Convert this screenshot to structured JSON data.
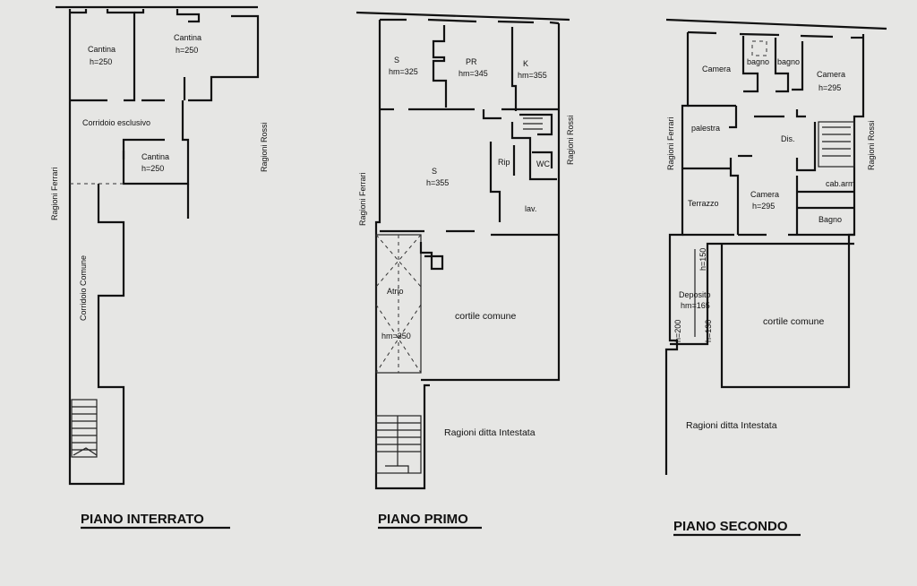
{
  "plans": {
    "interrato": {
      "title": "PIANO INTERRATO",
      "cantina_1": "Cantina",
      "cantina_1_h": "h=250",
      "cantina_2": "Cantina",
      "cantina_2_h": "h=250",
      "corridoio_esclusivo": "Corridoio esclusivo",
      "cantina_3": "Cantina",
      "cantina_3_h": "h=250",
      "corridoio_comune": "Corridoio Comune",
      "ragioni_ferrari": "Ragioni Ferrari",
      "ragioni_rossi": "Ragioni Rossi"
    },
    "primo": {
      "title": "PIANO PRIMO",
      "s_top": "S",
      "s_top_h": "hm=325",
      "pr": "PR",
      "pr_h": "hm=345",
      "k": "K",
      "k_h": "hm=355",
      "s_main": "S",
      "s_main_h": "h=355",
      "rip": "Rip",
      "wc": "WC",
      "lav": "lav.",
      "atrio": "Atrio",
      "atrio_h": "hm=350",
      "cortile": "cortile comune",
      "ragioni_ditta": "Ragioni ditta Intestata",
      "ragioni_ferrari": "Ragioni Ferrari",
      "ragioni_rossi": "Ragioni Rossi"
    },
    "secondo": {
      "title": "PIANO SECONDO",
      "camera_1": "Camera",
      "bagno_1": "bagno",
      "bagno_2": "bagno",
      "camera_2": "Camera",
      "camera_2_h": "h=295",
      "palestra": "palestra",
      "dis": "Dis.",
      "terrazzo": "Terrazzo",
      "camera_3": "Camera",
      "camera_3_h": "h=295",
      "cab_arm": "cab.arm",
      "bagno_3": "Bagno",
      "h150": "h=150",
      "deposito": "Deposito",
      "deposito_h": "hm=165",
      "h200": "h=200",
      "h130": "h=130",
      "cortile": "cortile comune",
      "ragioni_ditta": "Ragioni ditta Intestata",
      "ragioni_ferrari": "Ragioni Ferrari",
      "ragioni_rossi": "Ragioni Rossi"
    }
  }
}
